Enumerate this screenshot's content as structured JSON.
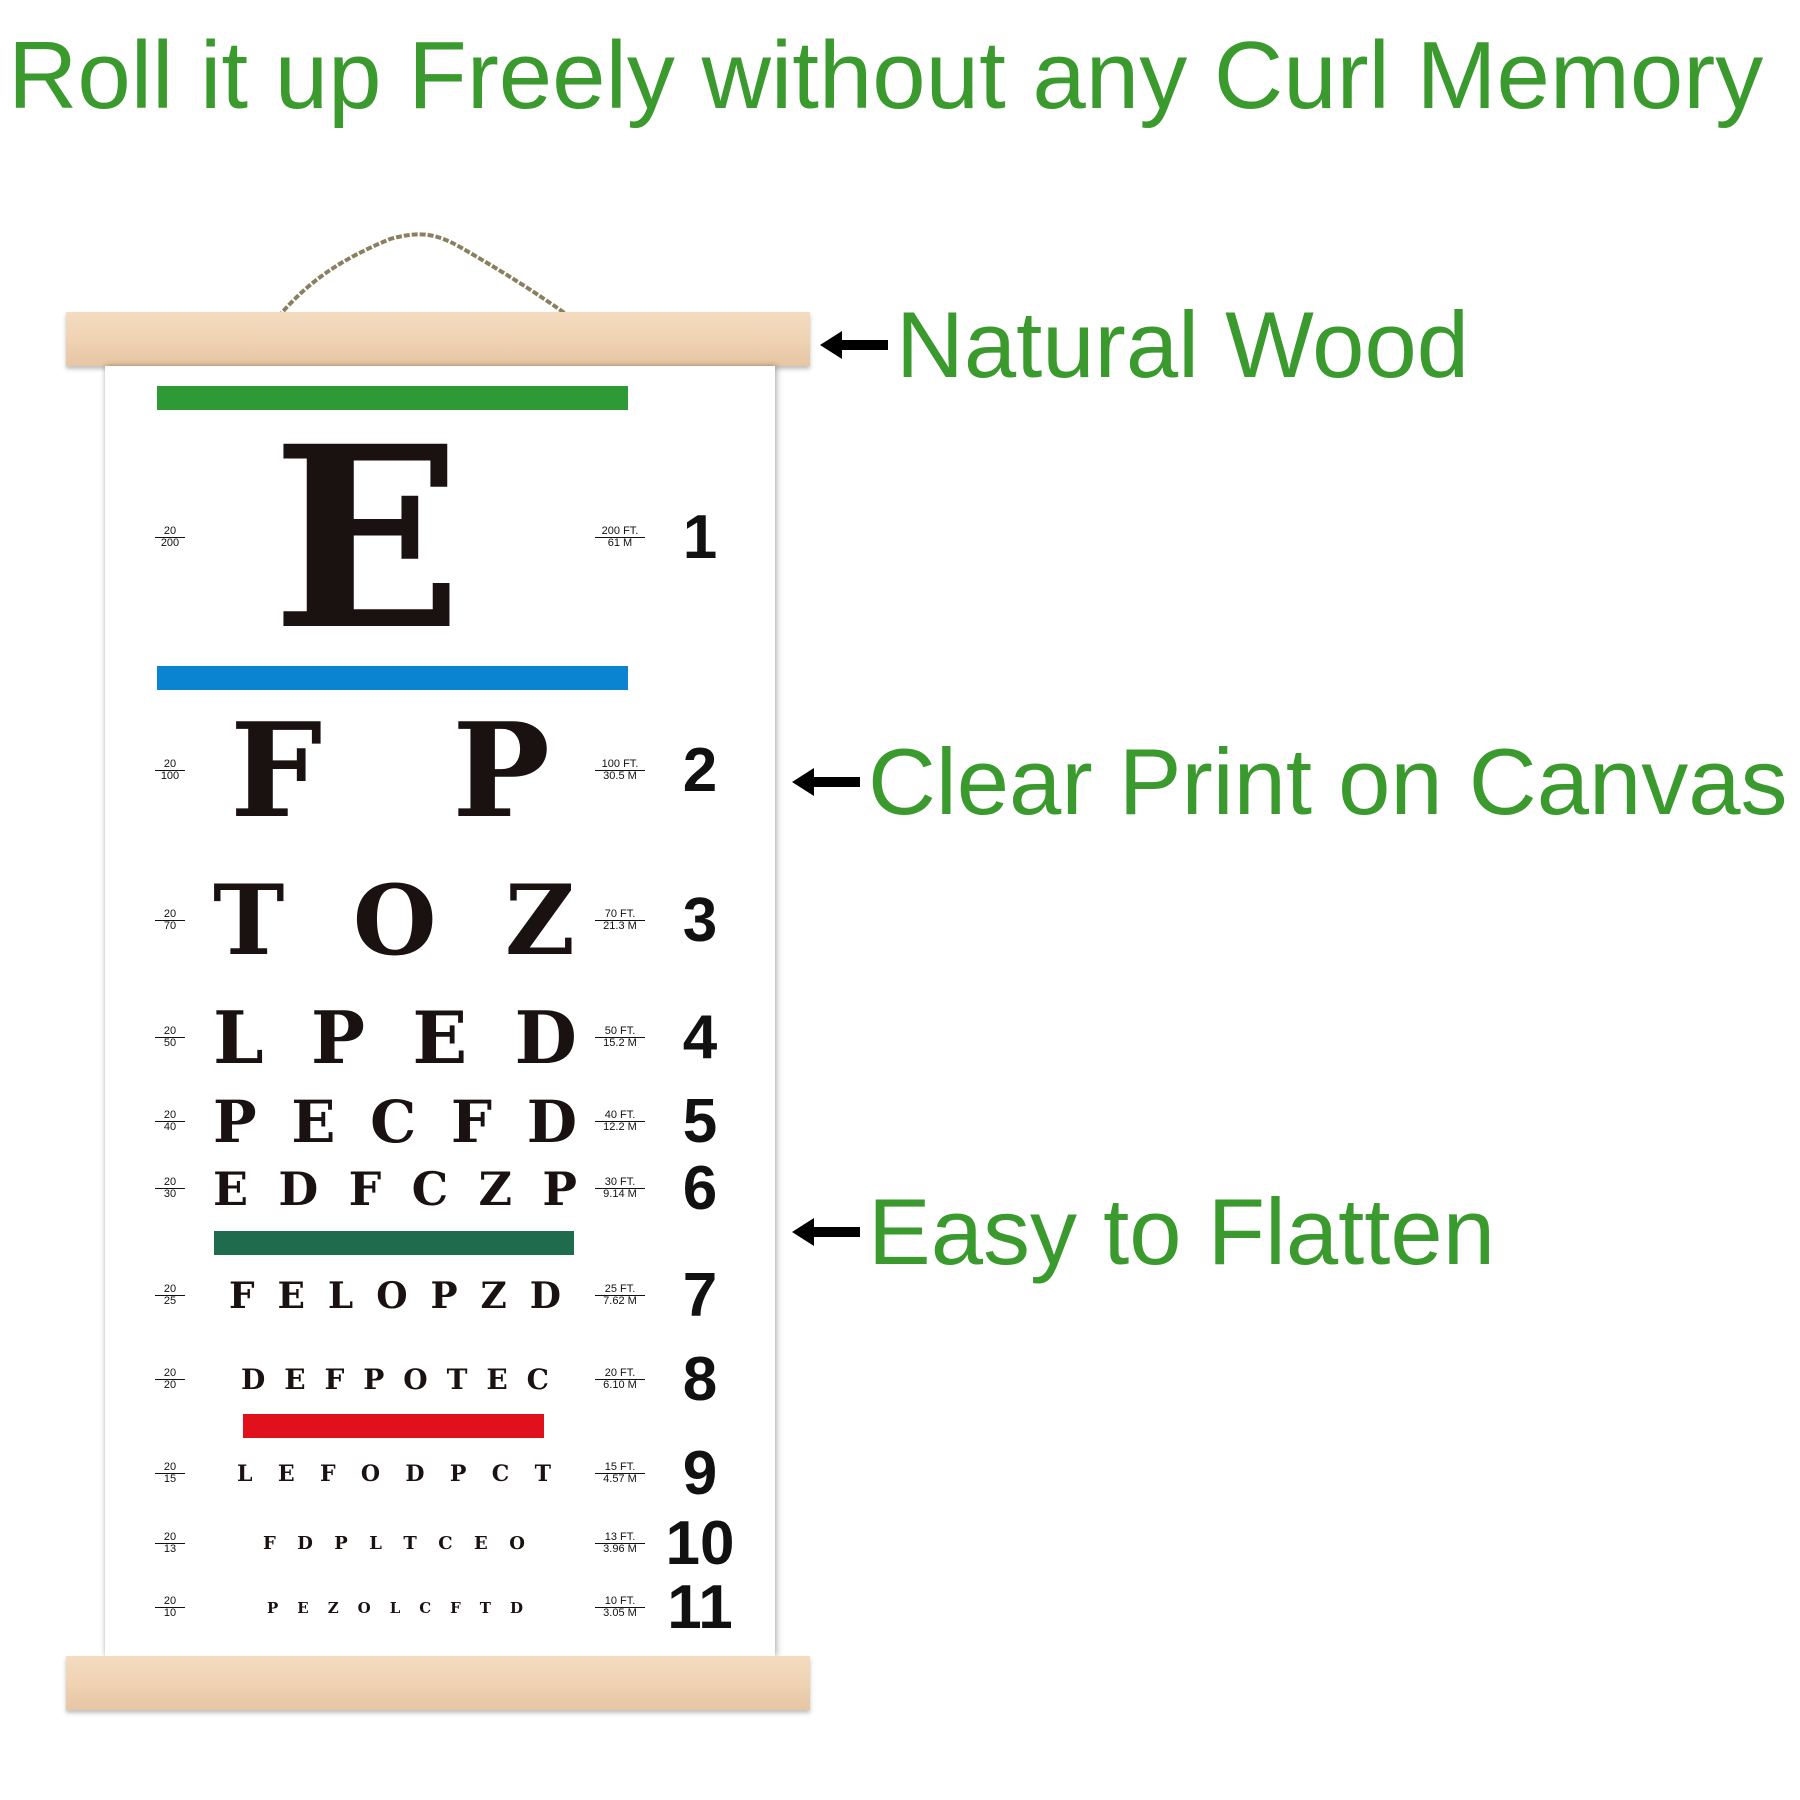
{
  "headline": "Roll it up Freely without any Curl Memory",
  "callouts": {
    "wood": "Natural Wood",
    "print": "Clear Print on Canvas",
    "flatten": "Easy to Flatten"
  },
  "colors": {
    "text_green": "#3a9a2d",
    "bar_green": "#2e9a36",
    "bar_blue": "#0a84d0",
    "bar_dark_green": "#1f6b4e",
    "bar_red": "#e0101c",
    "wood": "#efd3b3"
  },
  "icons": [
    "left-arrow-icon",
    "hanging-string-icon"
  ],
  "chart_rows": [
    {
      "number": "1",
      "ratio_num": "20",
      "ratio_den": "200",
      "ft": "200 FT.",
      "m": "61 M",
      "letters": [
        "E"
      ]
    },
    {
      "number": "2",
      "ratio_num": "20",
      "ratio_den": "100",
      "ft": "100 FT.",
      "m": "30.5 M",
      "letters": [
        "F",
        "P"
      ]
    },
    {
      "number": "3",
      "ratio_num": "20",
      "ratio_den": "70",
      "ft": "70 FT.",
      "m": "21.3 M",
      "letters": [
        "T",
        "O",
        "Z"
      ]
    },
    {
      "number": "4",
      "ratio_num": "20",
      "ratio_den": "50",
      "ft": "50 FT.",
      "m": "15.2 M",
      "letters": [
        "L",
        "P",
        "E",
        "D"
      ]
    },
    {
      "number": "5",
      "ratio_num": "20",
      "ratio_den": "40",
      "ft": "40 FT.",
      "m": "12.2 M",
      "letters": [
        "P",
        "E",
        "C",
        "F",
        "D"
      ]
    },
    {
      "number": "6",
      "ratio_num": "20",
      "ratio_den": "30",
      "ft": "30 FT.",
      "m": "9.14 M",
      "letters": [
        "E",
        "D",
        "F",
        "C",
        "Z",
        "P"
      ]
    },
    {
      "number": "7",
      "ratio_num": "20",
      "ratio_den": "25",
      "ft": "25 FT.",
      "m": "7.62 M",
      "letters": [
        "F",
        "E",
        "L",
        "O",
        "P",
        "Z",
        "D"
      ]
    },
    {
      "number": "8",
      "ratio_num": "20",
      "ratio_den": "20",
      "ft": "20 FT.",
      "m": "6.10 M",
      "letters": [
        "D",
        "E",
        "F",
        "P",
        "O",
        "T",
        "E",
        "C"
      ]
    },
    {
      "number": "9",
      "ratio_num": "20",
      "ratio_den": "15",
      "ft": "15 FT.",
      "m": "4.57 M",
      "letters": [
        "L",
        "E",
        "F",
        "O",
        "D",
        "P",
        "C",
        "T"
      ]
    },
    {
      "number": "10",
      "ratio_num": "20",
      "ratio_den": "13",
      "ft": "13 FT.",
      "m": "3.96 M",
      "letters": [
        "F",
        "D",
        "P",
        "L",
        "T",
        "C",
        "E",
        "O"
      ]
    },
    {
      "number": "11",
      "ratio_num": "20",
      "ratio_den": "10",
      "ft": "10 FT.",
      "m": "3.05 M",
      "letters": [
        "P",
        "E",
        "Z",
        "O",
        "L",
        "C",
        "F",
        "T",
        "D"
      ]
    }
  ]
}
